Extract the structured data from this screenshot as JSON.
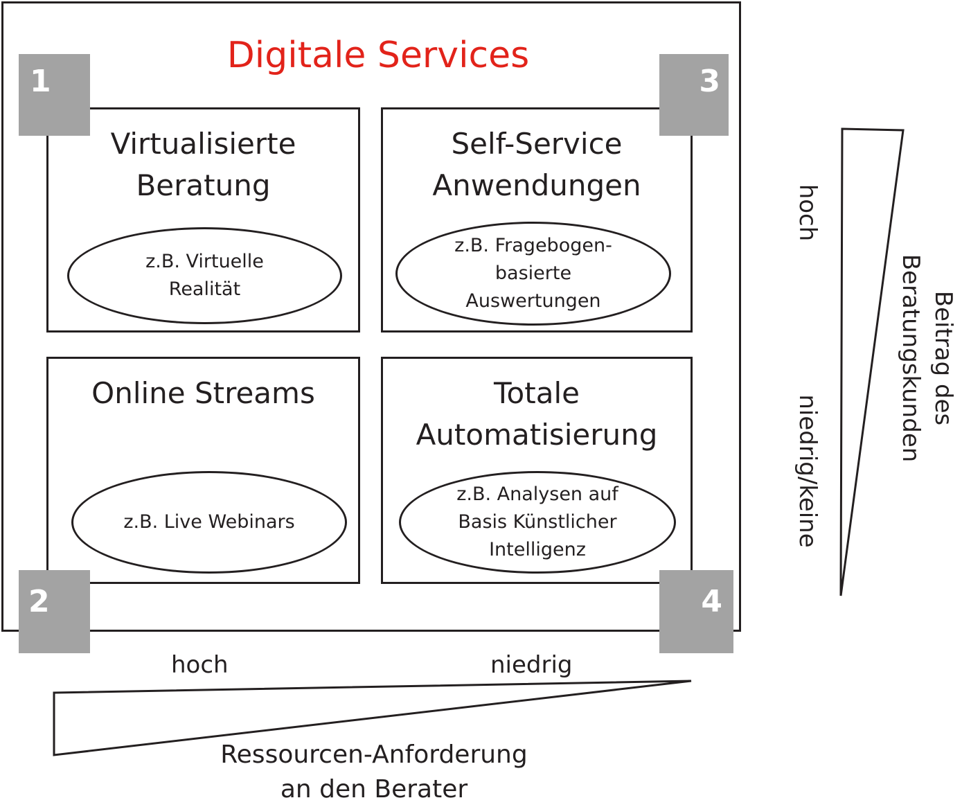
{
  "title": "Digitale Services",
  "colors": {
    "title": "#e2231a",
    "corner_badge": "#a3a3a3",
    "stroke": "#231f20"
  },
  "quadrants": [
    {
      "number": "1",
      "title": "Virtualisierte\nBeratung",
      "example": "z.B. Virtuelle\nRealität"
    },
    {
      "number": "3",
      "title": "Self-Service\nAnwendungen",
      "example": "z.B. Fragebogen-\nbasierte\nAuswertungen"
    },
    {
      "number": "2",
      "title": "Online Streams",
      "example": "z.B. Live Webinars"
    },
    {
      "number": "4",
      "title": "Totale\nAutomatisierung",
      "example": "z.B. Analysen auf\nBasis Künstlicher\nIntelligenz"
    }
  ],
  "horizontal_axis": {
    "high": "hoch",
    "low": "niedrig",
    "caption": "Ressourcen-Anforderung\nan den Berater"
  },
  "vertical_axis": {
    "high": "hoch",
    "low": "niedrig/keine",
    "caption_line1": "Beitrag des",
    "caption_line2": "Beratungskunden"
  }
}
